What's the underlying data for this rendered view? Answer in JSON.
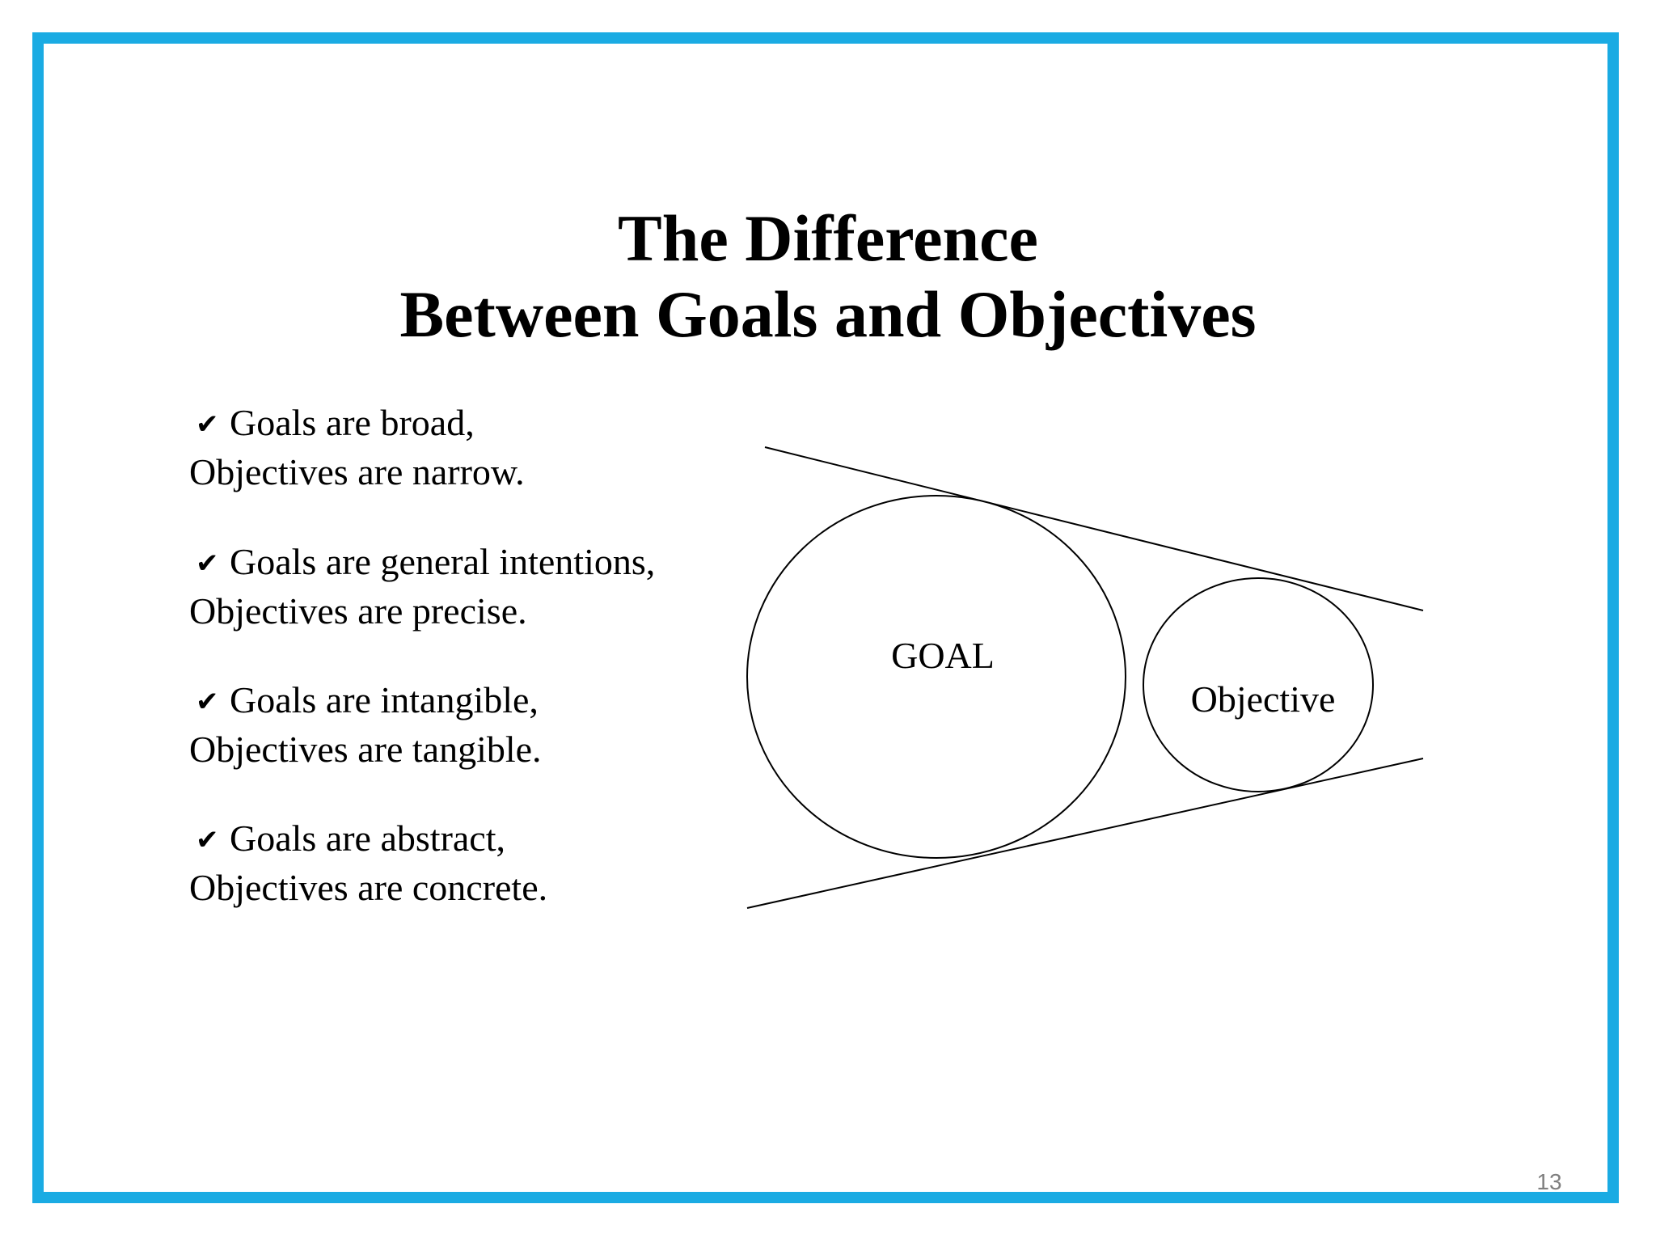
{
  "slide": {
    "title_line1": "The Difference",
    "title_line2": "Between Goals and Objectives",
    "page_number": "13",
    "frame_color": "#1aabe3"
  },
  "bullets": [
    {
      "icon": "checkmark-icon",
      "line1": "Goals are broad,",
      "line2": "Objectives are narrow."
    },
    {
      "icon": "checkmark-icon",
      "line1": "Goals are general intentions,",
      "line2": "Objectives are precise."
    },
    {
      "icon": "checkmark-icon",
      "line1": "Goals are intangible,",
      "line2": "Objectives are tangible."
    },
    {
      "icon": "checkmark-icon",
      "line1": "Goals are abstract,",
      "line2": "Objectives are concrete."
    }
  ],
  "diagram": {
    "large_circle_label": "GOAL",
    "small_circle_label": "Objective"
  }
}
